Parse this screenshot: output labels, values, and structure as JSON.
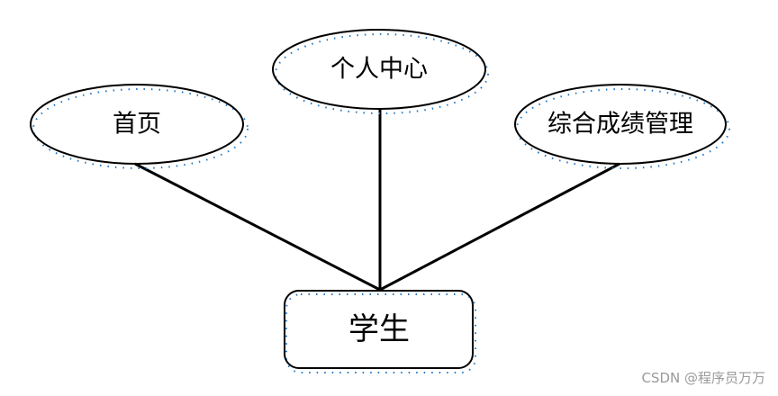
{
  "diagram": {
    "nodes": {
      "home": "首页",
      "personal_center": "个人中心",
      "grade_management": "综合成绩管理",
      "student": "学生"
    }
  },
  "watermark": "CSDN @程序员万万",
  "colors": {
    "stroke": "#000000",
    "dots": "#1f78c8",
    "watermark": "#9a9a9a"
  }
}
